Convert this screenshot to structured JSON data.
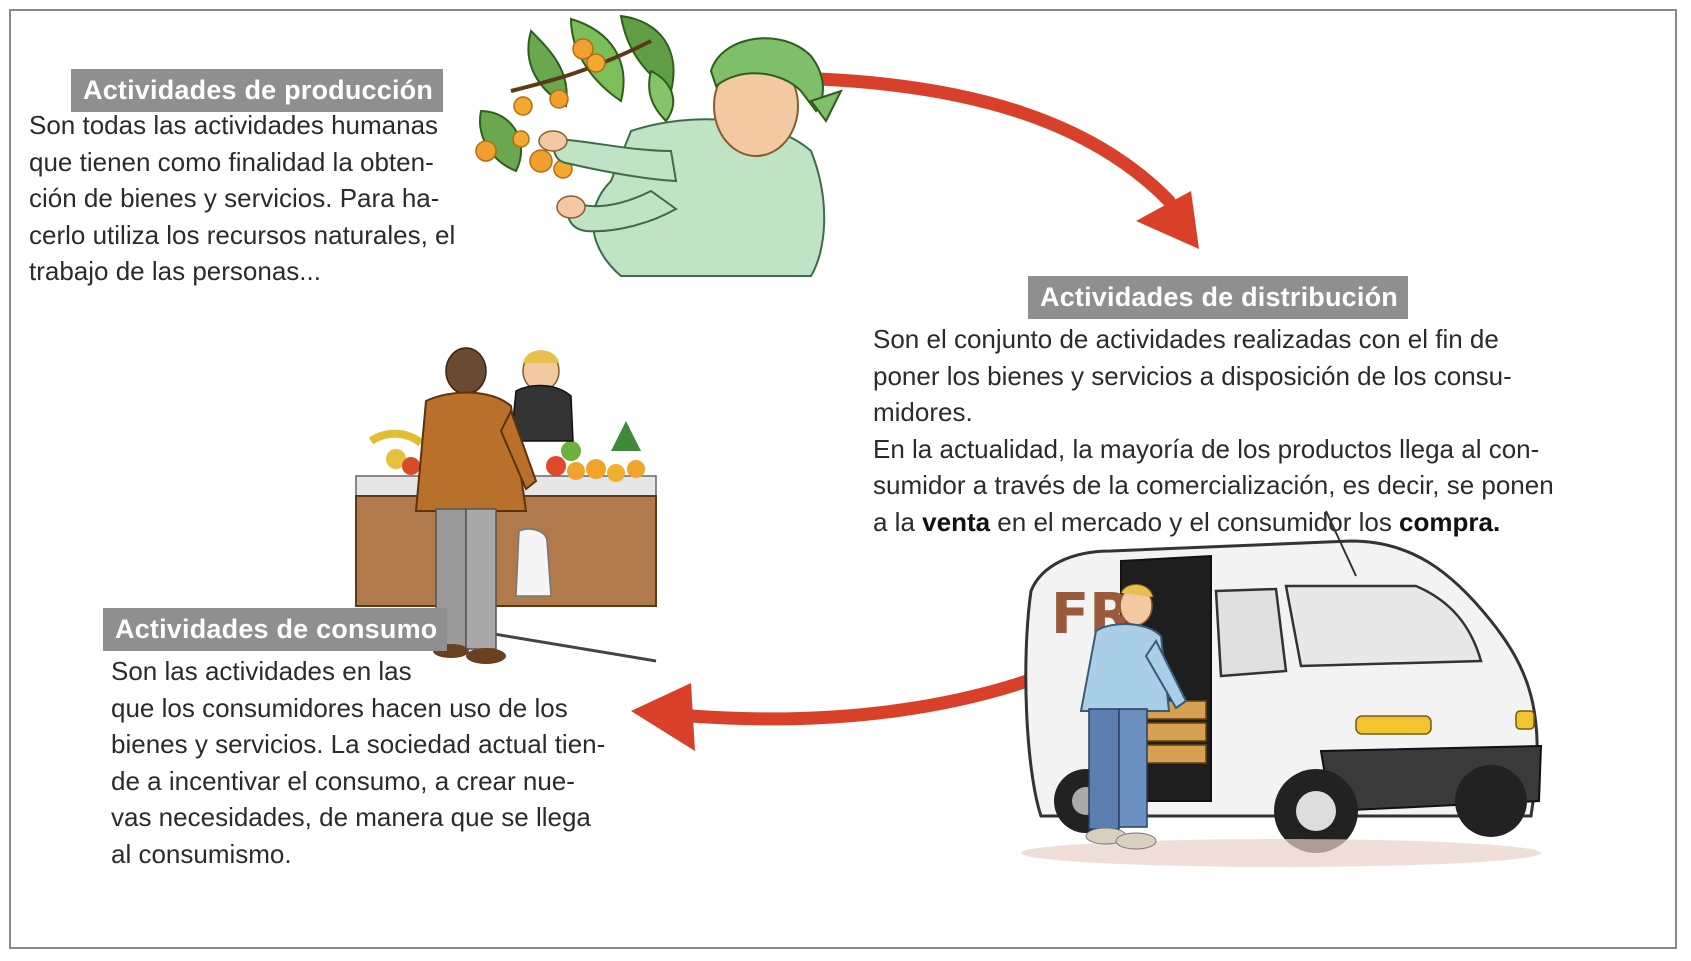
{
  "colors": {
    "label_bg": "#8f8f8f",
    "label_text": "#ffffff",
    "body_text": "#2b2b2b",
    "arrow": "#d9402a",
    "border": "#8a8a8a"
  },
  "production": {
    "title": "Actividades de producción",
    "lines": [
      "Son todas las actividades humanas",
      "que tienen como finalidad la obten-",
      "ción de bienes y servicios. Para ha-",
      "cerlo utiliza los recursos naturales, el",
      "trabajo de las personas..."
    ]
  },
  "distribution": {
    "title": "Actividades de distribución",
    "lines": [
      "Son el conjunto de actividades realizadas con el fin de",
      "poner los bienes y servicios a disposición de los consu-",
      "midores.",
      "En la actualidad, la mayoría de los productos llega al con-",
      "sumidor a través de la comercialización, es decir, se ponen"
    ],
    "last_line_prefix": "a la ",
    "bold_sell": "venta",
    "last_line_middle": " en el mercado y el consumidor los ",
    "bold_buy": "compra."
  },
  "consumption": {
    "title": "Actividades de consumo",
    "lines": [
      "Son las actividades en las",
      "que los consumidores hacen uso de los",
      "bienes y servicios. La sociedad actual tien-",
      "de a incentivar el consumo, a crear nue-",
      "vas necesidades, de manera que se llega",
      "al consumismo."
    ]
  },
  "illustrations": {
    "farmer": "woman-picking-oranges-illustration",
    "market": "man-at-fruit-stall-illustration",
    "van": "delivery-van-illustration",
    "van_lettering": "FR"
  }
}
